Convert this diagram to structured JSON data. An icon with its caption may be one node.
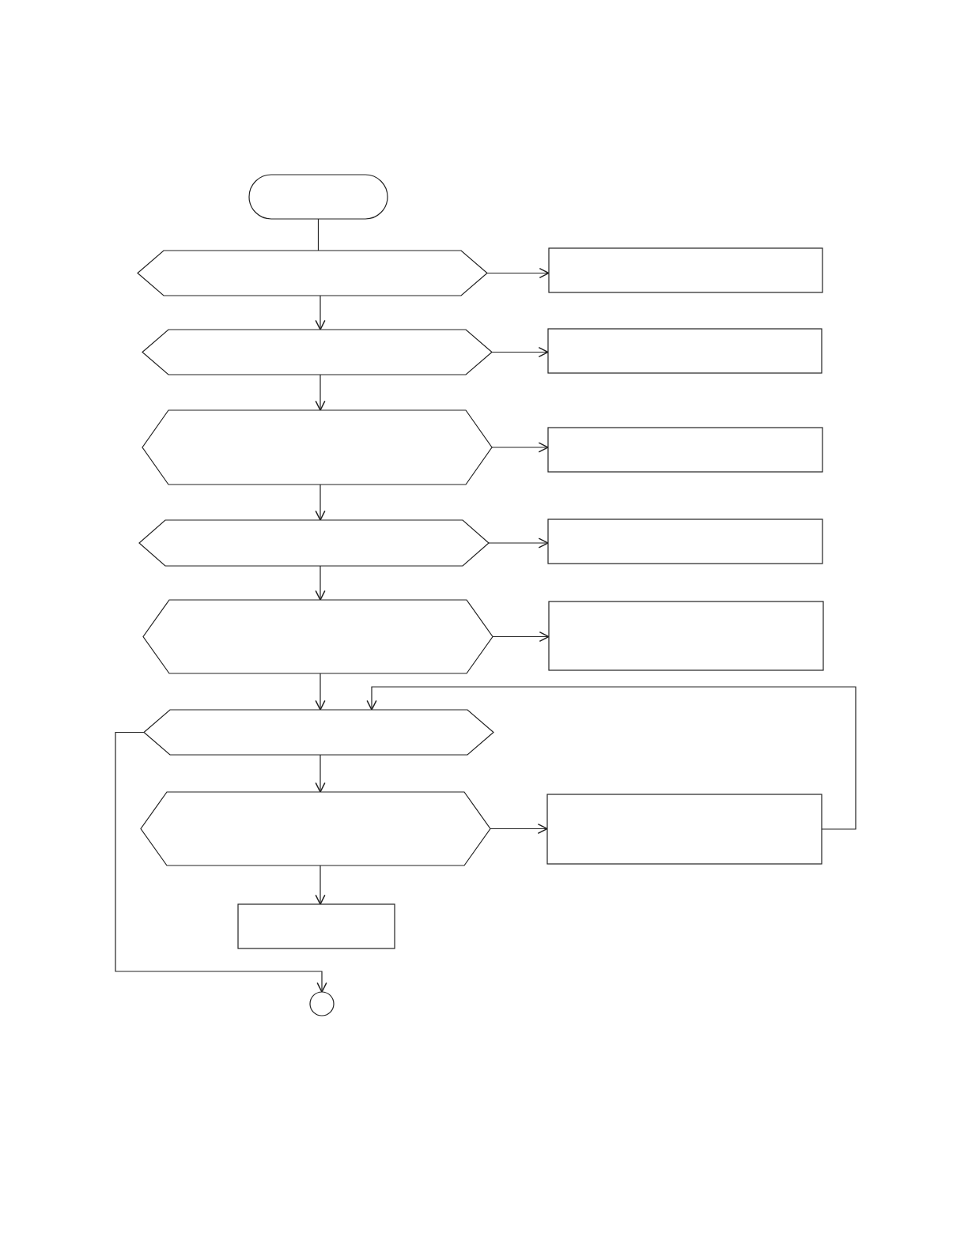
{
  "diagram": {
    "nodes": [
      {
        "text": [],
        "shape": "terminal"
      },
      {
        "text": [],
        "shape": "hexagon"
      },
      {
        "text": [],
        "shape": "box"
      },
      {
        "text": [],
        "shape": "hexagon"
      },
      {
        "text": [],
        "shape": "box"
      },
      {
        "text": [],
        "shape": "hexagon"
      },
      {
        "text": [],
        "shape": "box"
      },
      {
        "text": [],
        "shape": "hexagon"
      },
      {
        "text": [],
        "shape": "box"
      },
      {
        "text": [],
        "shape": "hexagon"
      },
      {
        "text": [],
        "shape": "box"
      },
      {
        "text": [],
        "shape": "hexagon"
      },
      {
        "text": [],
        "shape": "hexagon"
      },
      {
        "text": [],
        "shape": "box"
      },
      {
        "text": [],
        "shape": "box"
      },
      {
        "text": [],
        "shape": "circle"
      }
    ],
    "edges": [
      {
        "from": 0,
        "to": 1,
        "arrow": "none"
      },
      {
        "from": 1,
        "to": 2,
        "arrow": "to"
      },
      {
        "from": 1,
        "to": 3,
        "arrow": "to"
      },
      {
        "from": 3,
        "to": 4,
        "arrow": "to"
      },
      {
        "from": 3,
        "to": 5,
        "arrow": "to"
      },
      {
        "from": 5,
        "to": 6,
        "arrow": "to"
      },
      {
        "from": 5,
        "to": 7,
        "arrow": "to"
      },
      {
        "from": 7,
        "to": 8,
        "arrow": "to"
      },
      {
        "from": 7,
        "to": 9,
        "arrow": "to"
      },
      {
        "from": 9,
        "to": 10,
        "arrow": "to"
      },
      {
        "from": 9,
        "to": 11,
        "arrow": "to"
      },
      {
        "from": 13,
        "to": 11,
        "arrow": "to"
      },
      {
        "from": 11,
        "to": 15,
        "arrow": "to"
      },
      {
        "from": 11,
        "to": 12,
        "arrow": "to"
      },
      {
        "from": 12,
        "to": 13,
        "arrow": "to"
      },
      {
        "from": 12,
        "to": 14,
        "arrow": "to"
      }
    ]
  }
}
